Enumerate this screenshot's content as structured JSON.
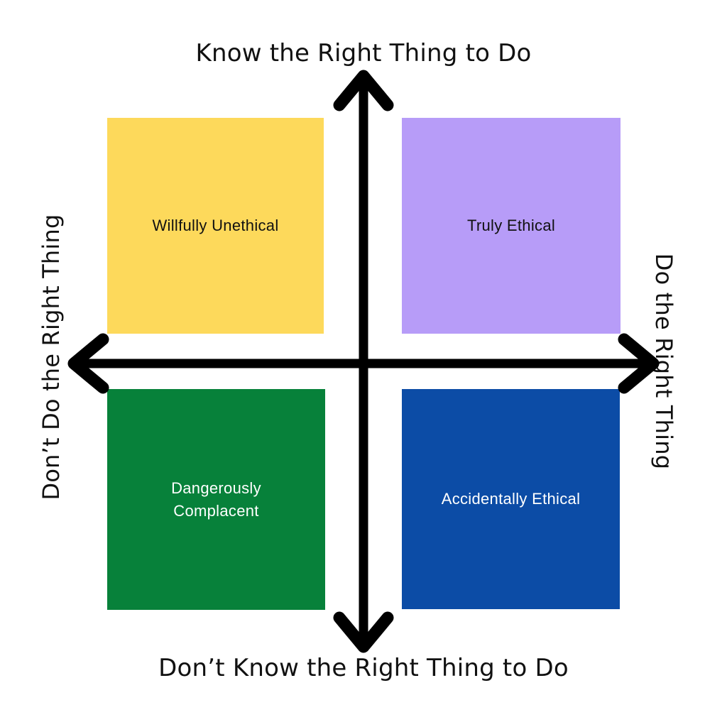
{
  "axes": {
    "top": "Know the Right Thing to Do",
    "bottom": "Don’t Know the Right Thing to Do",
    "left": "Don’t Do the Right Thing",
    "right": "Do the Right Thing"
  },
  "quadrants": [
    {
      "position": "top-left",
      "label": "Willfully Unethical",
      "color": "#FDD95B",
      "text_color": "#111111"
    },
    {
      "position": "top-right",
      "label": "Truly Ethical",
      "color": "#B79CF8",
      "text_color": "#111111"
    },
    {
      "position": "bottom-left",
      "label": "Dangerously Complacent",
      "color": "#07813A",
      "text_color": "#FFFFFF"
    },
    {
      "position": "bottom-right",
      "label": "Accidentally Ethical",
      "color": "#0C4CA6",
      "text_color": "#FFFFFF"
    }
  ],
  "arrow_color": "#000000",
  "background_color": "#FFFFFF"
}
